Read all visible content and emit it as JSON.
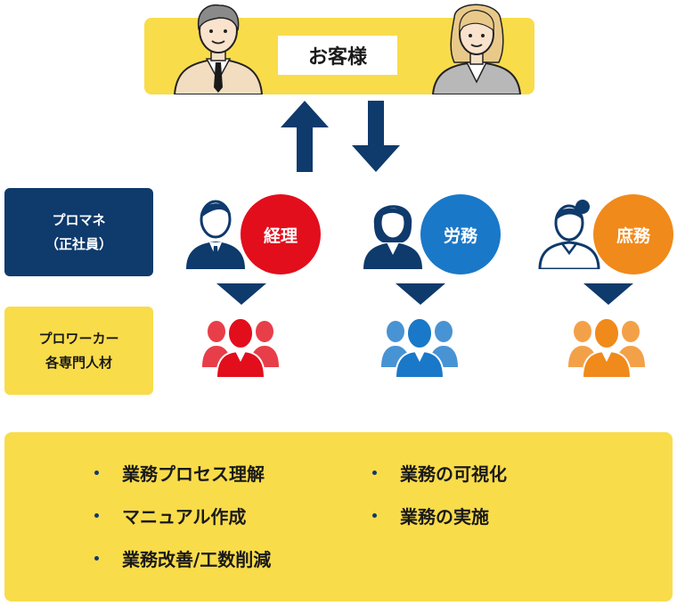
{
  "customer": {
    "label": "お客様"
  },
  "left_labels": {
    "promane": {
      "line1": "プロマネ",
      "line2": "（正社員）"
    },
    "proworker": {
      "line1": "プロワーカー",
      "line2": "各専門人材"
    }
  },
  "roles": [
    {
      "label": "経理",
      "color": "#e20e1c"
    },
    {
      "label": "労務",
      "color": "#1a78c8"
    },
    {
      "label": "庶務",
      "color": "#f08a1b"
    }
  ],
  "tasks": {
    "left": [
      "業務プロセス理解",
      "マニュアル作成",
      "業務改善/工数削減"
    ],
    "right": [
      "業務の可視化",
      "業務の実施"
    ]
  },
  "colors": {
    "navy": "#0e3a6c",
    "yellow": "#f9dc4a",
    "red": "#e20e1c",
    "blue": "#1a78c8",
    "orange": "#f08a1b"
  }
}
